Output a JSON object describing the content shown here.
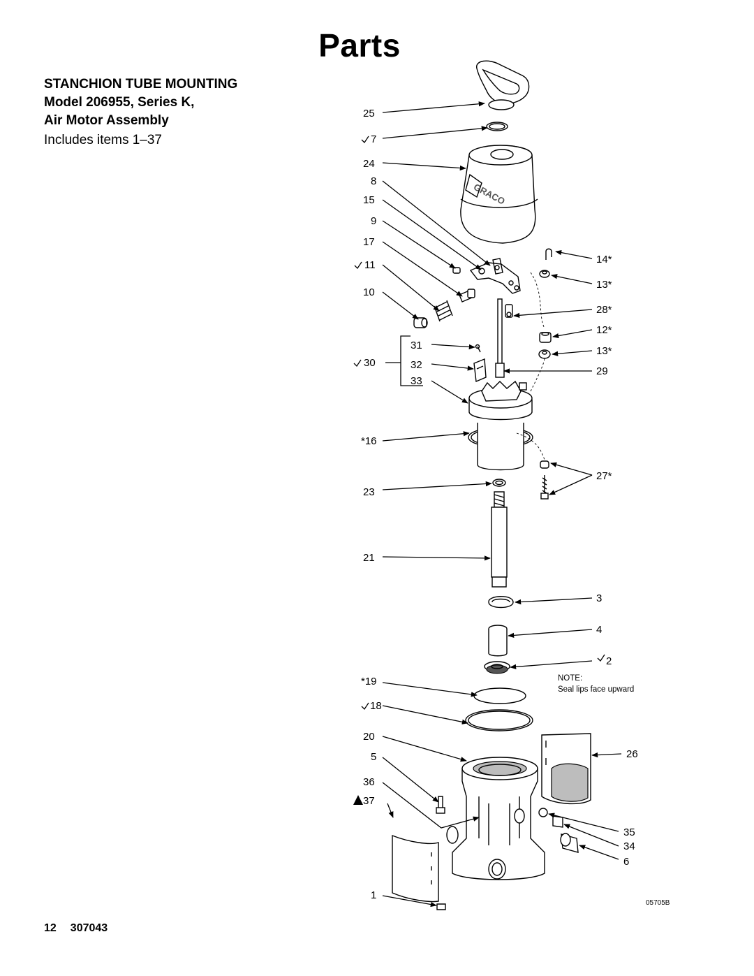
{
  "title": "Parts",
  "heading": {
    "line1": "STANCHION TUBE MOUNTING",
    "line2": "Model 206955, Series K,",
    "line3": "Air Motor Assembly",
    "includes": "Includes items 1–37"
  },
  "callouts": {
    "left": {
      "c25": "25",
      "c7": "7",
      "c24": "24",
      "c8": "8",
      "c15": "15",
      "c9": "9",
      "c17": "17",
      "c11": "11",
      "c10": "10",
      "c31": "31",
      "c30": "30",
      "c32": "32",
      "c33": "33",
      "c16": "*16",
      "c23": "23",
      "c21": "21",
      "c19": "*19",
      "c18": "18",
      "c20": "20",
      "c5": "5",
      "c36": "36",
      "c37": "37",
      "c1": "1"
    },
    "right": {
      "c14": "14*",
      "c13a": "13*",
      "c28": "28*",
      "c12": "12*",
      "c13b": "13*",
      "c29": "29",
      "c27": "27*",
      "c3": "3",
      "c4": "4",
      "c2": "2",
      "c26": "26",
      "c35": "35",
      "c34": "34",
      "c6": "6"
    }
  },
  "note": {
    "label": "NOTE:",
    "text": "Seal lips face upward"
  },
  "brand_mark": "GRACO",
  "figure_id": "05705B",
  "footer": {
    "page_number": "12",
    "doc_number": "307043"
  }
}
